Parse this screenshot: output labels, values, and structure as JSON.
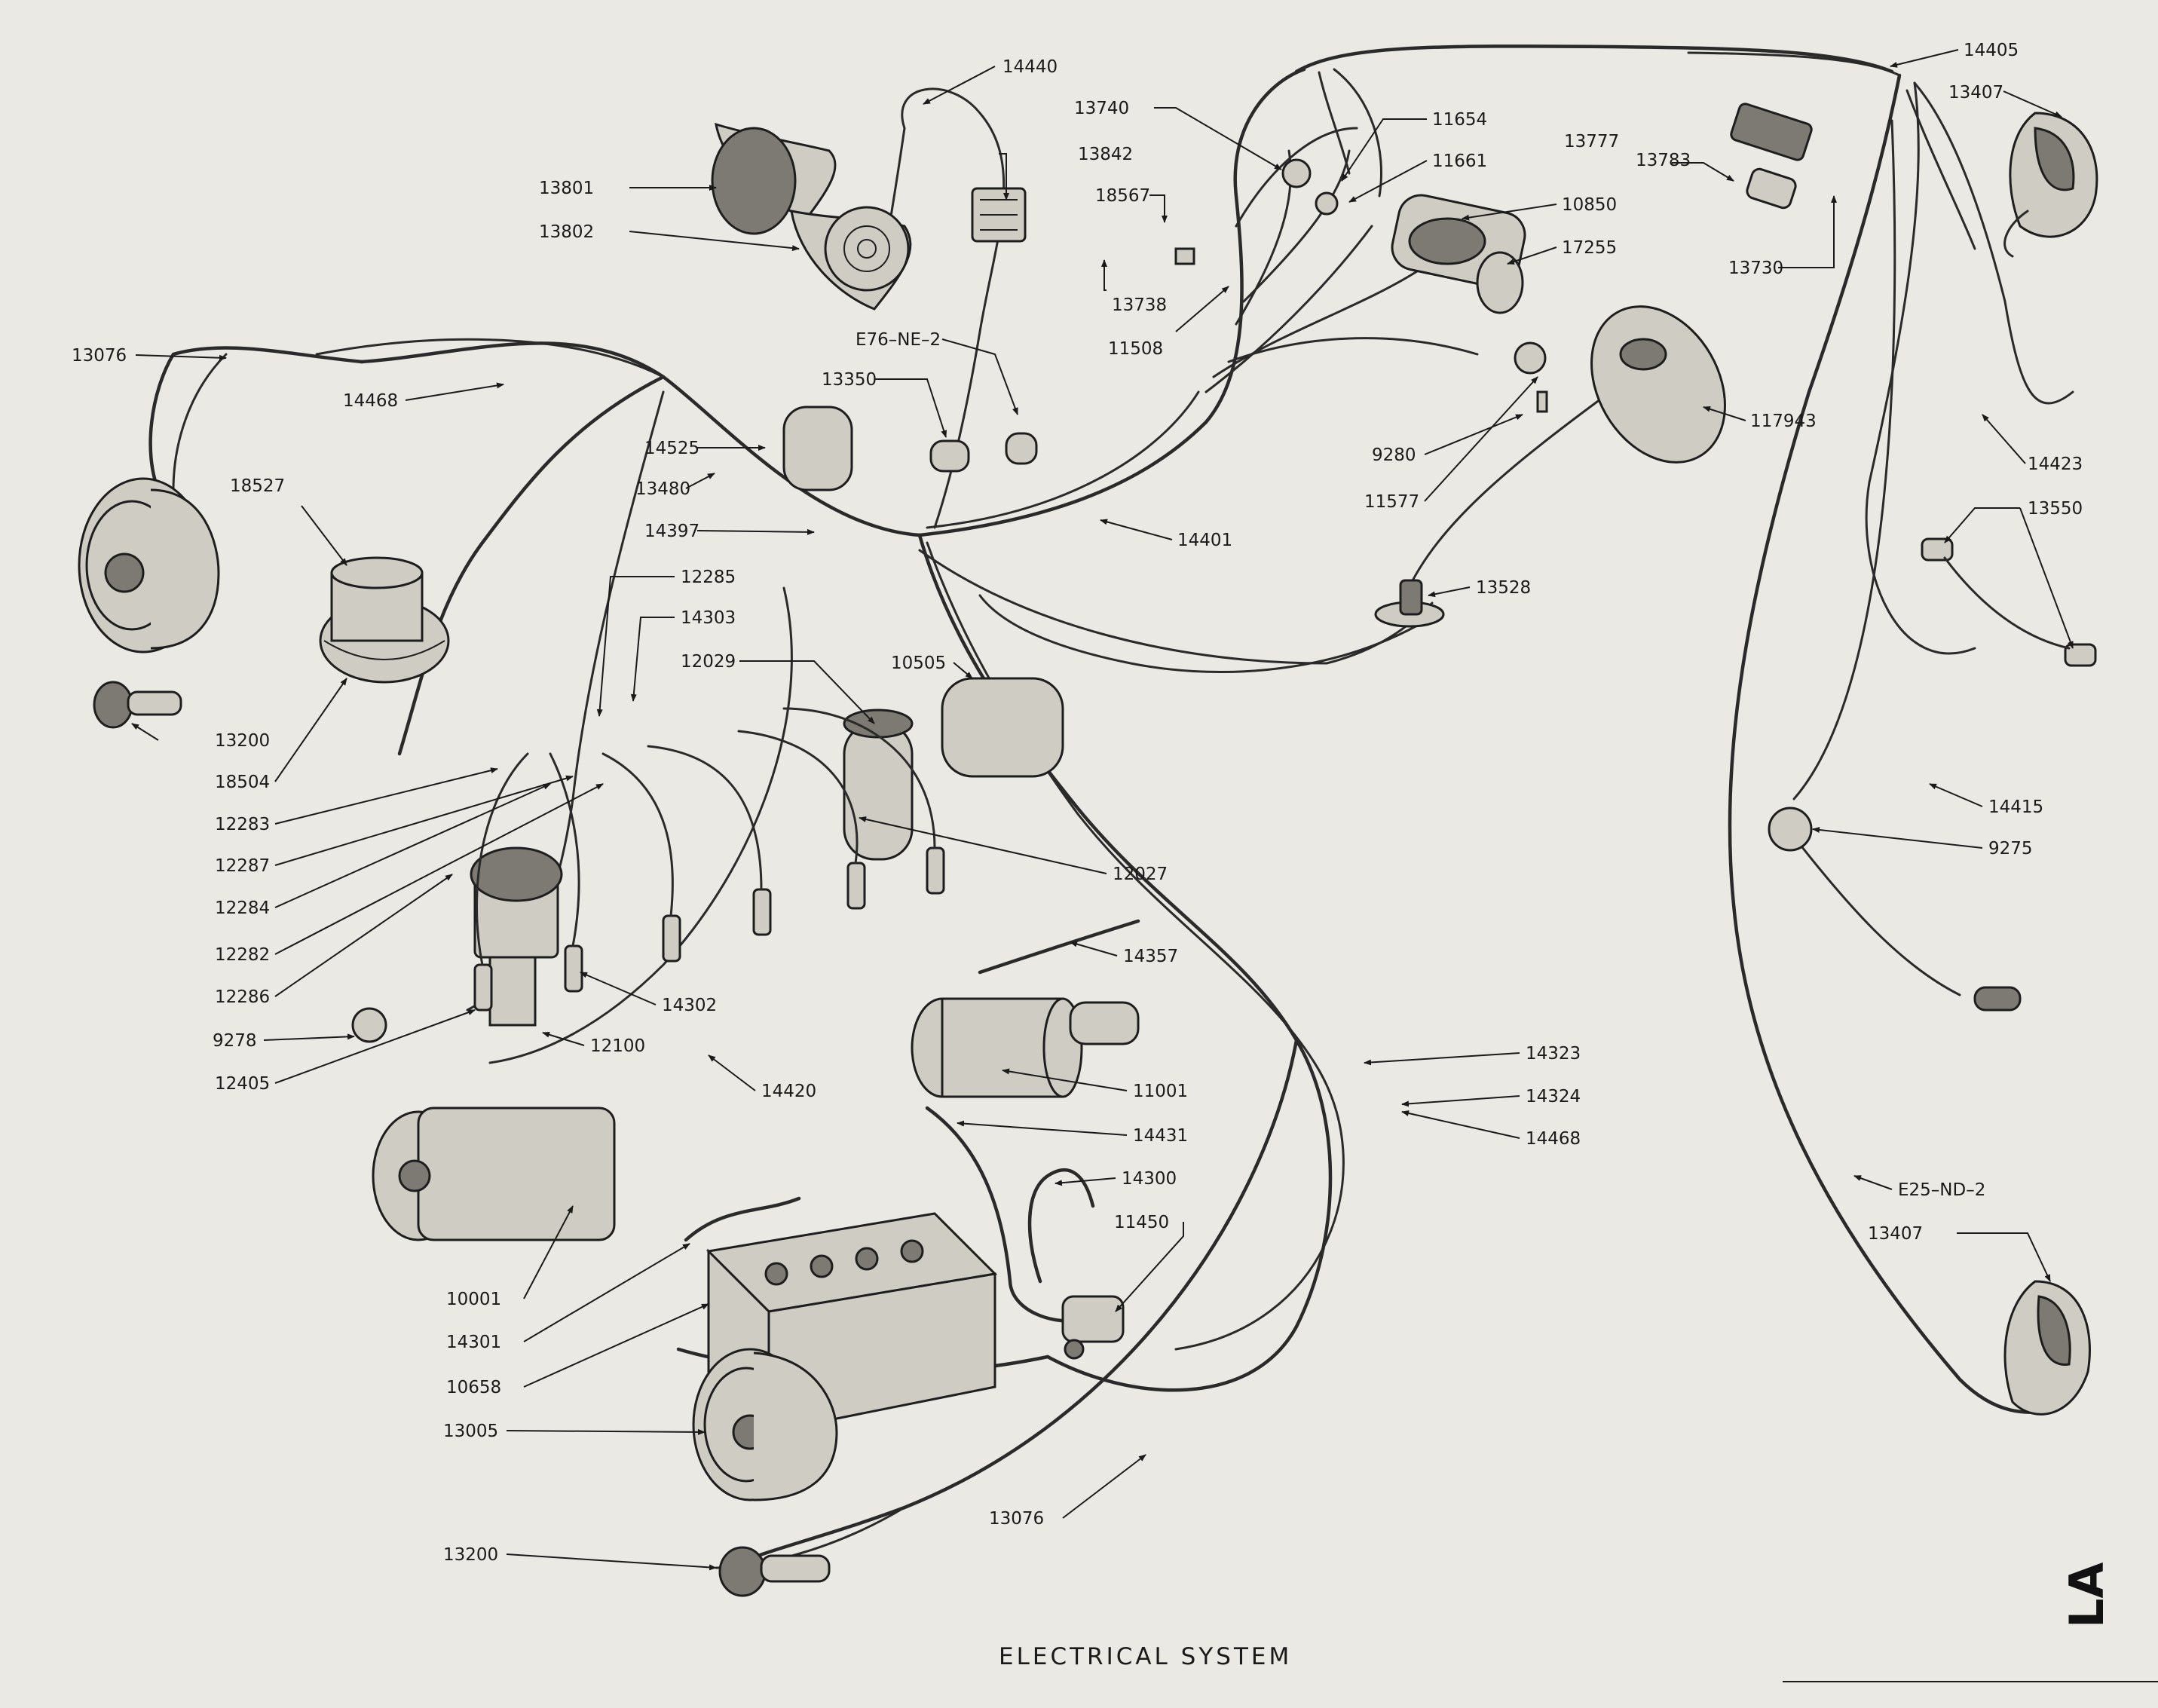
{
  "title": "ELECTRICAL SYSTEM",
  "page_marker": "LA",
  "labels": {
    "l14440": "14440",
    "l13740": "13740",
    "l13842": "13842",
    "l13801": "13801",
    "l13802": "13802",
    "l18567": "18567",
    "l13738": "13738",
    "l11654": "11654",
    "l11661": "11661",
    "l10850": "10850",
    "l17255": "17255",
    "l11508": "11508",
    "l13777": "13777",
    "l13783": "13783",
    "l13730": "13730",
    "l14405": "14405",
    "l13407a": "13407",
    "l13076a": "13076",
    "l14468a": "14468",
    "le76": "E76–NE–2",
    "l13350": "13350",
    "l14525": "14525",
    "l13480": "13480",
    "l14397": "14397",
    "l14401": "14401",
    "l9280": "9280",
    "l11577": "11577",
    "l117943": "117943",
    "l14423": "14423",
    "l13550": "13550",
    "l18527": "18527",
    "l12285": "12285",
    "l14303": "14303",
    "l12029": "12029",
    "l10505": "10505",
    "l13528": "13528",
    "l13200a": "13200",
    "l18504": "18504",
    "l12283": "12283",
    "l12287": "12287",
    "l12284": "12284",
    "l12282": "12282",
    "l12286": "12286",
    "l12027": "12027",
    "l14357": "14357",
    "l14302": "14302",
    "l9278": "9278",
    "l12100": "12100",
    "l12405": "12405",
    "l14420": "14420",
    "l11001": "11001",
    "l14415": "14415",
    "l9275": "9275",
    "l14323": "14323",
    "l14324": "14324",
    "l14468b": "14468",
    "l14431": "14431",
    "l14300": "14300",
    "l11450": "11450",
    "le25": "E25–ND–2",
    "l13407b": "13407",
    "l10001": "10001",
    "l14301": "14301",
    "l10658": "10658",
    "l13005": "13005",
    "l13076b": "13076",
    "l13200b": "13200"
  }
}
